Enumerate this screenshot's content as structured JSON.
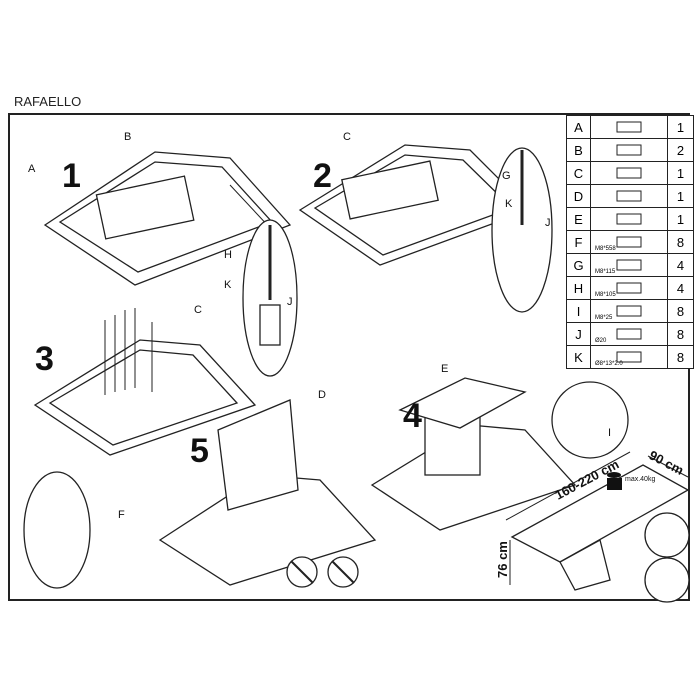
{
  "title": "RAFAELLO",
  "steps": [
    "1",
    "2",
    "3",
    "4",
    "5"
  ],
  "labels": {
    "A": "A",
    "B": "B",
    "C": "C",
    "D": "D",
    "E": "E",
    "F": "F",
    "G": "G",
    "H": "H",
    "I": "I",
    "J": "J",
    "K": "K"
  },
  "dimensions": {
    "length": "160-220 cm",
    "width": "90 cm",
    "height": "76 cm",
    "max_load": "max.40kg"
  },
  "parts": [
    {
      "letter": "A",
      "spec": "",
      "qty": "1"
    },
    {
      "letter": "B",
      "spec": "",
      "qty": "2"
    },
    {
      "letter": "C",
      "spec": "",
      "qty": "1"
    },
    {
      "letter": "D",
      "spec": "",
      "qty": "1"
    },
    {
      "letter": "E",
      "spec": "",
      "qty": "1"
    },
    {
      "letter": "F",
      "spec": "M8*558",
      "qty": "8"
    },
    {
      "letter": "G",
      "spec": "M8*115",
      "qty": "4"
    },
    {
      "letter": "H",
      "spec": "M8*105",
      "qty": "4"
    },
    {
      "letter": "I",
      "spec": "M8*25",
      "qty": "8"
    },
    {
      "letter": "J",
      "spec": "Ø20",
      "qty": "8"
    },
    {
      "letter": "K",
      "spec": "Ø8*13*2.0",
      "qty": "8"
    }
  ]
}
